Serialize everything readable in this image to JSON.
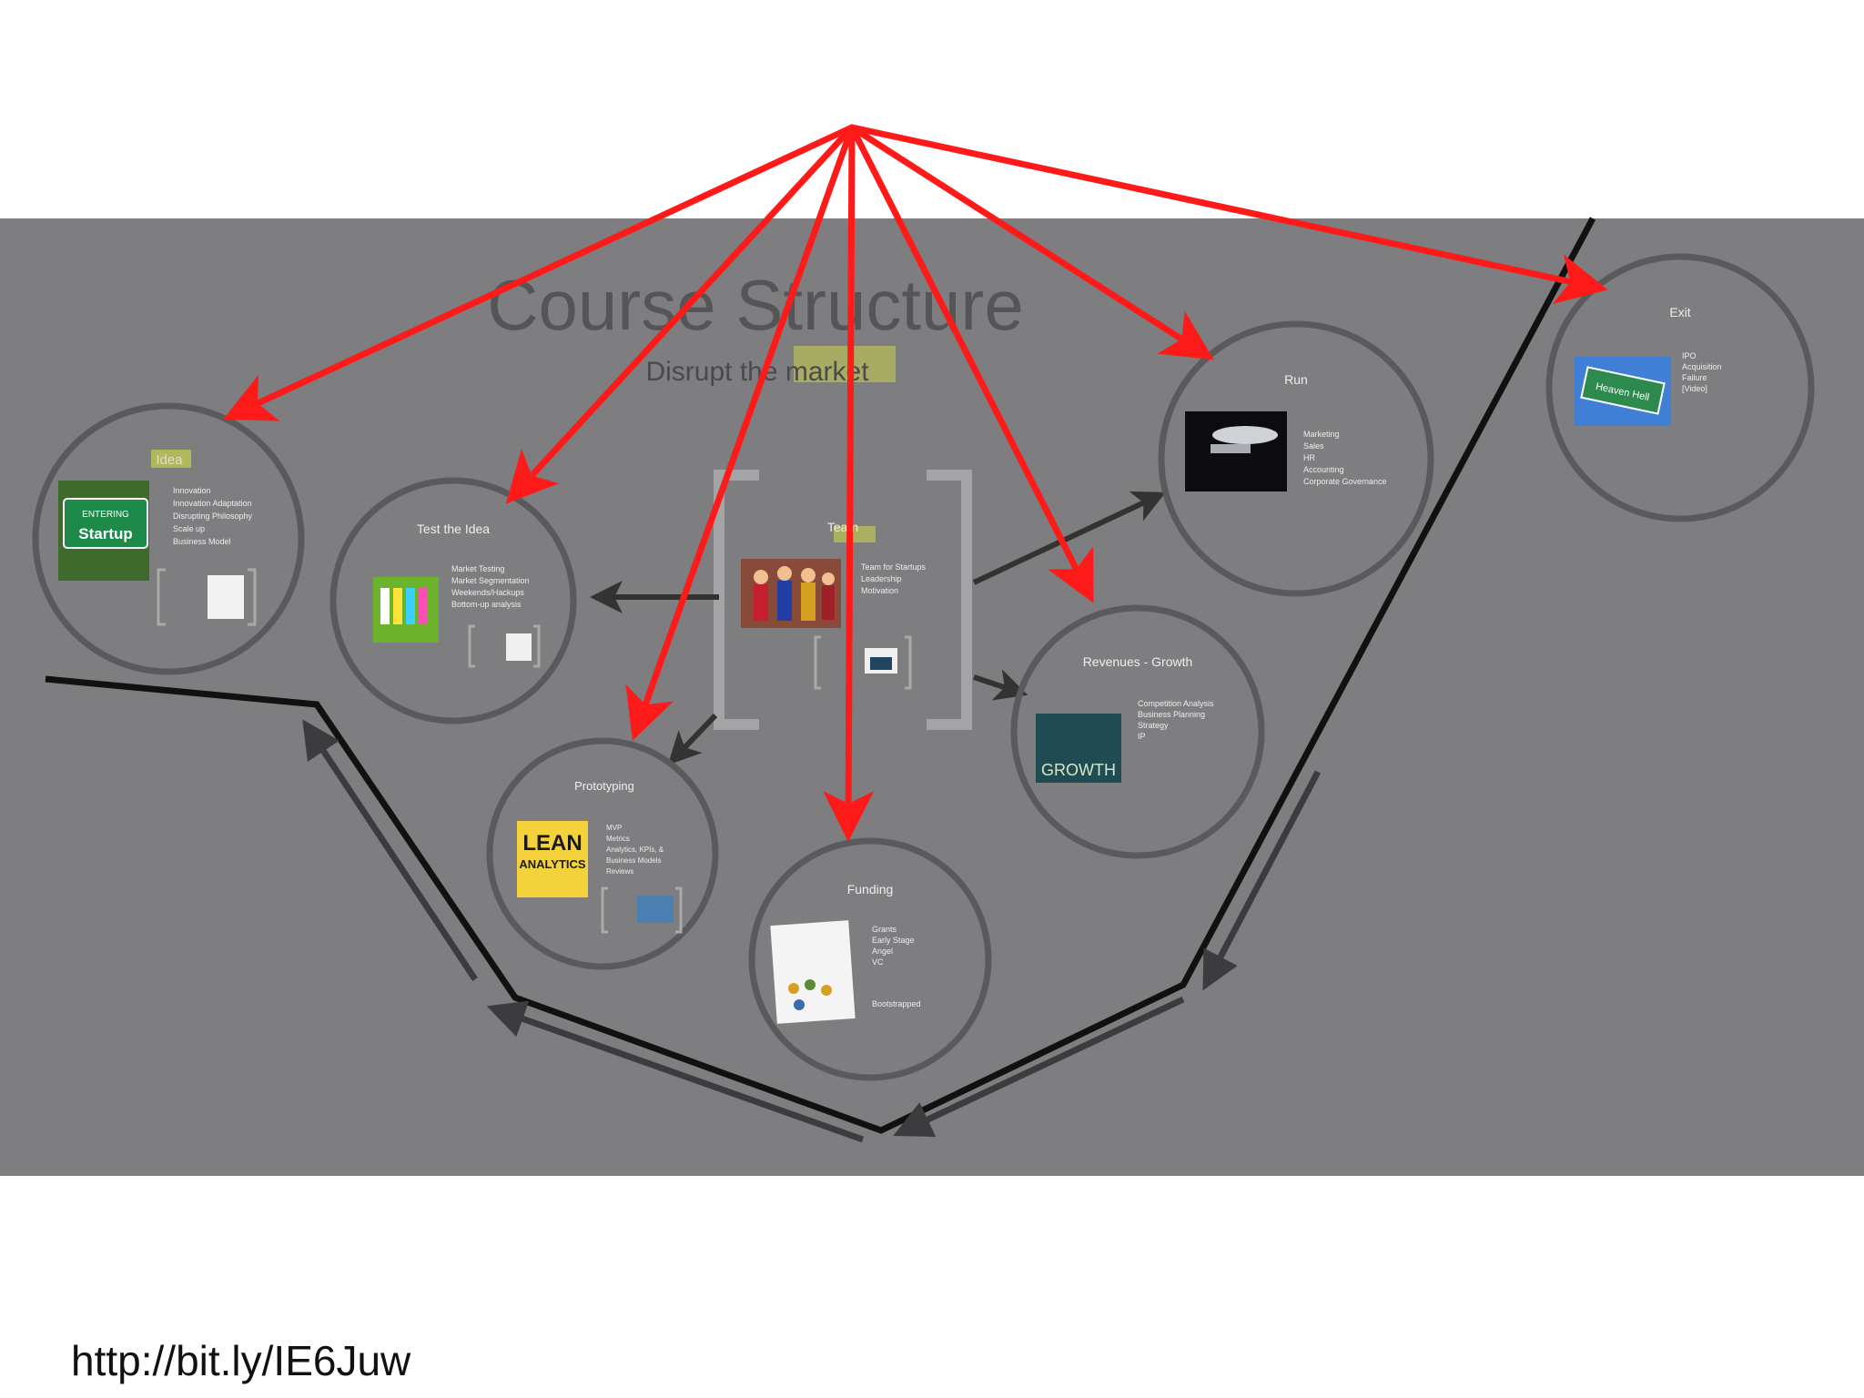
{
  "slide": {
    "title": "Course Structure",
    "subtitle": "Disrupt the market",
    "footer_link": "http://bit.ly/IE6Juw"
  },
  "colors": {
    "band": "#7e7d80",
    "circle_stroke": "#5a5a5c",
    "red_arrow": "#ff1a1a",
    "path_line": "#111111",
    "highlight": "#c8d24a"
  },
  "nodes": {
    "idea": {
      "title": "Idea",
      "bullets": [
        "Innovation",
        "Innovation Adaptation",
        "Disrupting Philosophy",
        "Scale up",
        "Business Model"
      ],
      "sign_line1": "ENTERING",
      "sign_line2": "Startup"
    },
    "test": {
      "title": "Test the Idea",
      "bullets": [
        "Market Testing",
        "Market Segmentation",
        "Weekends/Hackups",
        "Bottom-up analysis"
      ]
    },
    "team": {
      "title": "Team",
      "bullets": [
        "Team for Startups",
        "Leadership",
        "Motivation"
      ]
    },
    "prototyping": {
      "title": "Prototyping",
      "bullets": [
        "MVP",
        "Metrics",
        "Analytics, KPIs, &",
        "Business Models",
        "Reviews"
      ],
      "book_line1": "LEAN",
      "book_line2": "ANALYTICS"
    },
    "funding": {
      "title": "Funding",
      "bullets": [
        "Grants",
        "Early Stage",
        "Angel",
        "VC"
      ],
      "extra": "Bootstrapped"
    },
    "revenues": {
      "title": "Revenues - Growth",
      "bullets": [
        "Competition Analysis",
        "Business Planning",
        "Strategy",
        "IP"
      ],
      "image_text": "GROWTH"
    },
    "run": {
      "title": "Run",
      "bullets": [
        "Marketing",
        "Sales",
        "HR",
        "Accounting",
        "Corporate Governance"
      ]
    },
    "exit": {
      "title": "Exit",
      "bullets": [
        "IPO",
        "Acquisition",
        "Failure",
        "[Video]"
      ],
      "sign_text": "Heaven Hell"
    }
  }
}
